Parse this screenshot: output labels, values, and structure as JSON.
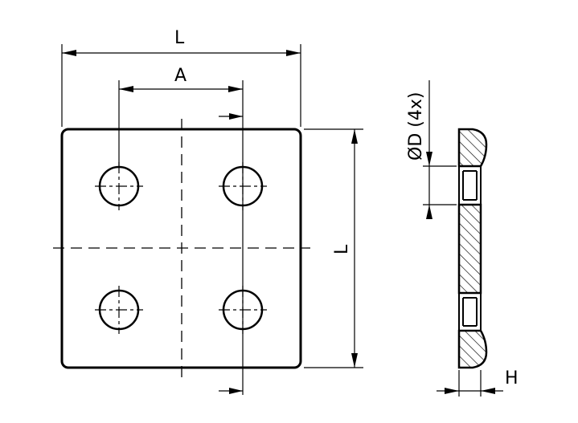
{
  "labels": {
    "length_top": "L",
    "hole_spacing": "A",
    "length_side": "L",
    "hole_diameter": "ØD (4x)",
    "thickness": "H"
  },
  "colors": {
    "line": "#000000",
    "background": "#ffffff"
  }
}
